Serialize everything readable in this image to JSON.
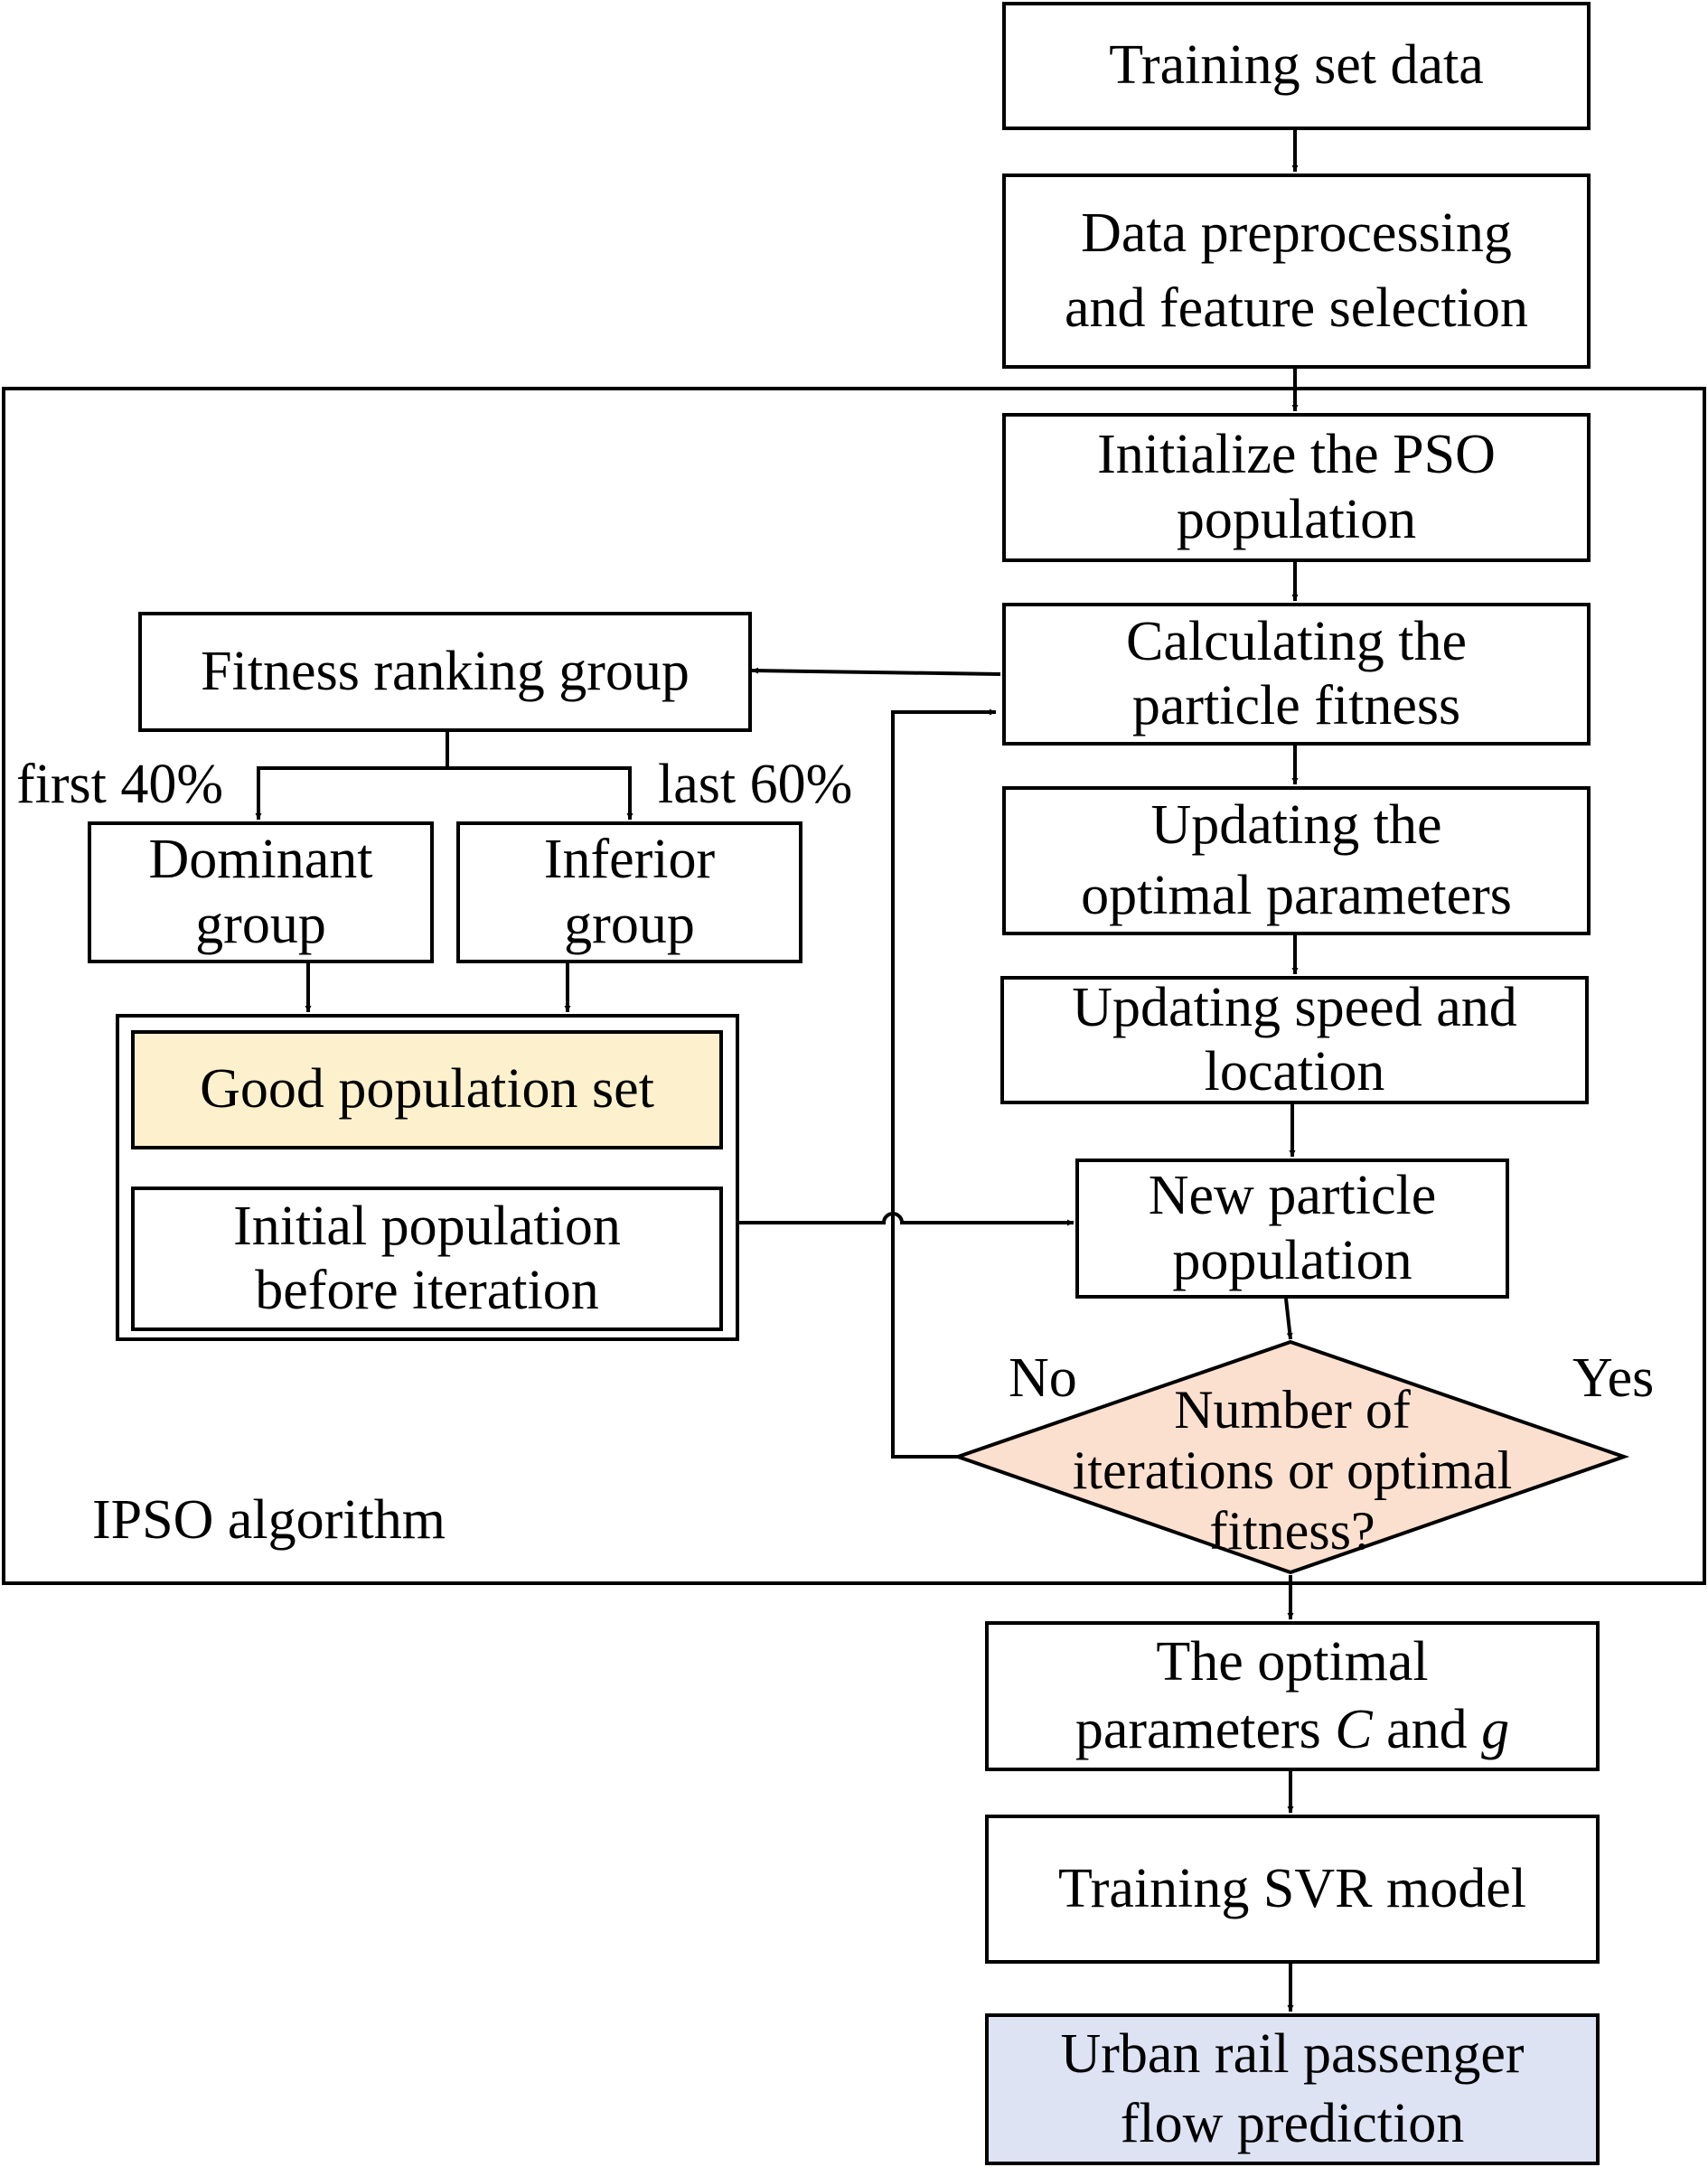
{
  "boxes": {
    "training_set_data": "Training set data",
    "preprocessing": [
      "Data preprocessing",
      "and feature selection"
    ],
    "initialize_pso": [
      "Initialize the PSO",
      "population"
    ],
    "calc_fitness": [
      "Calculating the",
      "particle fitness"
    ],
    "update_optimal": [
      "Updating the",
      "optimal parameters"
    ],
    "update_speed": [
      "Updating speed and",
      "location"
    ],
    "new_particle": [
      "New particle",
      "population"
    ],
    "decision": [
      "Number of",
      "iterations or optimal",
      "fitness?"
    ],
    "optimal_params": {
      "line1": "The optimal",
      "line2_prefix": "parameters ",
      "var_c": "C",
      "and": " and ",
      "var_g": "g"
    },
    "training_svr": "Training SVR model",
    "prediction": [
      "Urban rail passenger",
      "flow prediction"
    ],
    "fitness_ranking": "Fitness ranking group",
    "dominant_group": [
      "Dominant",
      "group"
    ],
    "inferior_group": [
      "Inferior",
      "group"
    ],
    "good_population": "Good population set",
    "initial_population": [
      "Initial population",
      "before iteration"
    ]
  },
  "labels": {
    "first": "first 40%",
    "last": "last 60%",
    "no": "No",
    "yes": "Yes",
    "ipso": "IPSO algorithm"
  },
  "colors": {
    "good_population_fill": "#fdf0cd",
    "decision_fill": "#fbe0cf",
    "prediction_fill": "#dde3f3"
  }
}
